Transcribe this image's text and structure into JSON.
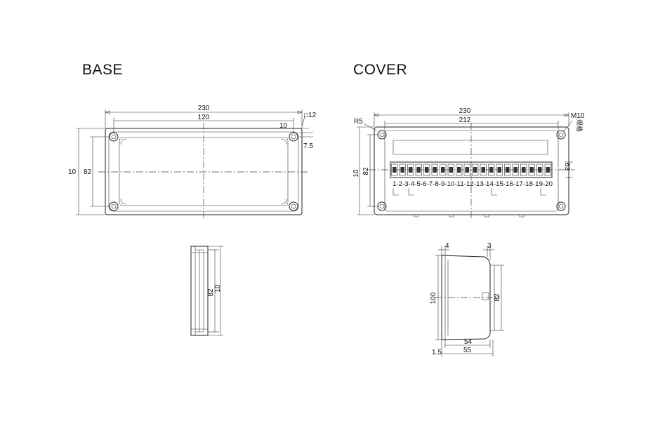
{
  "base": {
    "title": "BASE",
    "dims": {
      "length": "230",
      "inner_length": "120",
      "corner_offset": "10",
      "square": "□12",
      "offset": "7.5",
      "height_outer": "10",
      "height_inner": "82"
    },
    "side_dims": {
      "inner": "82",
      "outer": "10"
    }
  },
  "cover": {
    "title": "COVER",
    "dims": {
      "length": "230",
      "inner_length": "212",
      "radius": "R5",
      "thread": "M10",
      "thread_note": "规格",
      "height_outer": "10",
      "height_inner": "82",
      "rail_height": "63"
    },
    "terminal_labels": "1-2-3-4-5-6-7-8-9-10-11-12-13-14-15-16-17-18-19-20",
    "side_dims": {
      "flange_left": "4",
      "flange_right": "3",
      "height": "100",
      "inner_height": "82",
      "depth_inner": "54",
      "depth_outer": "55",
      "wall": "1.5"
    }
  }
}
